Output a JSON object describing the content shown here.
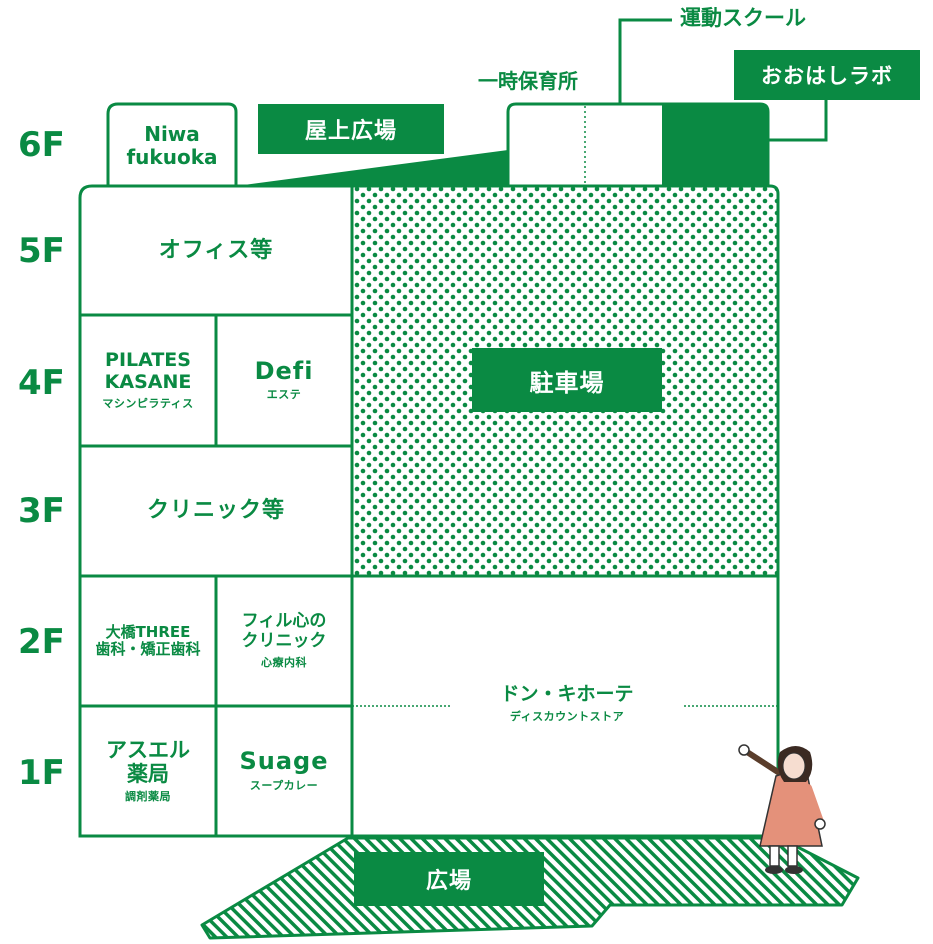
{
  "floors": [
    "6F",
    "5F",
    "4F",
    "3F",
    "2F",
    "1F"
  ],
  "rooftop": {
    "niwa_line1": "Niwa",
    "niwa_line2": "fukuoka",
    "rooftop_plaza": "屋上広場",
    "childcare": "一時保育所",
    "sports_school": "運動スクール",
    "lab": "おおはしラボ"
  },
  "floor5": {
    "office": "オフィス等"
  },
  "floor4": {
    "pilates_line1": "PILATES",
    "pilates_line2": "KASANE",
    "pilates_sub": "マシンピラティス",
    "defi": "Defi",
    "defi_sub": "エステ"
  },
  "parking": "駐車場",
  "floor3": {
    "clinic": "クリニック等"
  },
  "floor2": {
    "dental_line1": "大橋THREE",
    "dental_line2": "歯科・矯正歯科",
    "fil_line1": "フィル心の",
    "fil_line2": "クリニック",
    "fil_sub": "心療内科"
  },
  "donki": {
    "name": "ドン・キホーテ",
    "sub": "ディスカウントストア"
  },
  "floor1": {
    "pharmacy_line1": "アスエル",
    "pharmacy_line2": "薬局",
    "pharmacy_sub": "調剤薬局",
    "suage": "Suage",
    "suage_sub": "スープカレー"
  },
  "plaza": "広場",
  "colors": {
    "brand_green": "#0a8a43",
    "background": "#ffffff"
  }
}
